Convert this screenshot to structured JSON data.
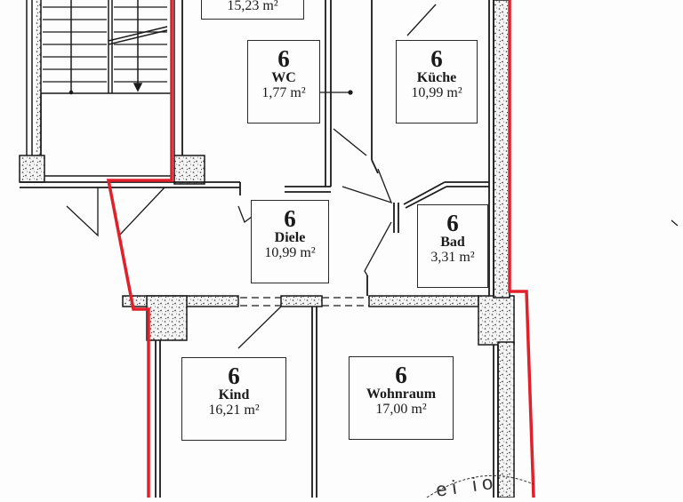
{
  "diagram": {
    "type": "floor-plan",
    "boundary_color": "#e0202a",
    "wall_color": "#1a1a1a",
    "top_partial_room": {
      "area": "15,23 m²"
    },
    "rooms": [
      {
        "id": "wc",
        "unit": "6",
        "name": "WC",
        "area": "1,77 m²"
      },
      {
        "id": "kueche",
        "unit": "6",
        "name": "Küche",
        "area": "10,99 m²"
      },
      {
        "id": "diele",
        "unit": "6",
        "name": "Diele",
        "area": "10,99 m²"
      },
      {
        "id": "bad",
        "unit": "6",
        "name": "Bad",
        "area": "3,31 m²"
      },
      {
        "id": "kind",
        "unit": "6",
        "name": "Kind",
        "area": "16,21 m²"
      },
      {
        "id": "wohnraum",
        "unit": "6",
        "name": "Wohnraum",
        "area": "17,00 m²"
      }
    ],
    "stamp_fragment": "ei  io"
  }
}
